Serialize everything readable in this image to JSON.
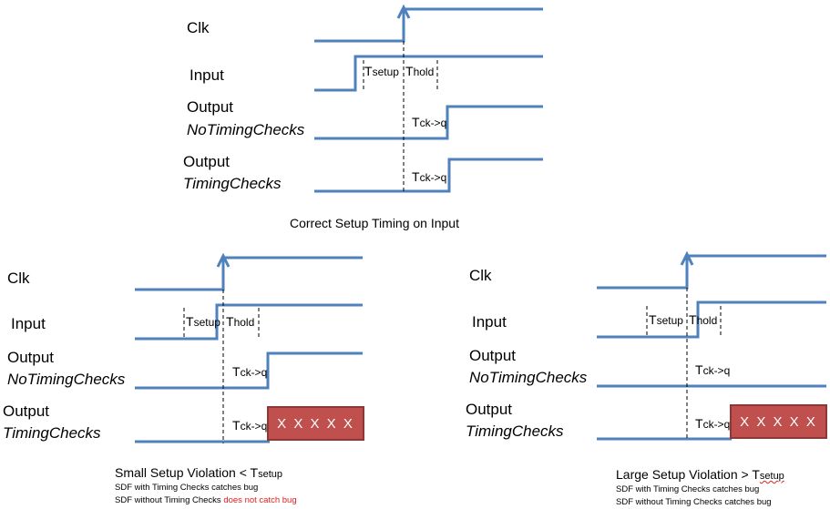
{
  "colors": {
    "wave": "#4f81bd",
    "violation_box": "#c0504d",
    "warning_text": "#e0201c"
  },
  "labels": {
    "clk": "Clk",
    "input": "Input",
    "output": "Output",
    "no_timing_checks": "NoTimingChecks",
    "timing_checks": "TimingChecks",
    "t_main": "T",
    "setup_sub": "setup",
    "hold_sub": "hold",
    "ckq_sub": "ck->q",
    "x_marks": "X X X X X"
  },
  "top_diagram": {
    "caption": "Correct Setup Timing on Input"
  },
  "left_diagram": {
    "caption_main": "Small Setup Violation < T",
    "caption_sub": "setup",
    "note1": "SDF with Timing Checks catches bug",
    "note2_prefix": "SDF without Timing Checks ",
    "note2_red": "does not catch bug"
  },
  "right_diagram": {
    "caption_main": "Large Setup Violation > T",
    "caption_sub": "setup",
    "note1": "SDF with Timing Checks catches bug",
    "note2": "SDF without Timing Checks catches bug"
  }
}
